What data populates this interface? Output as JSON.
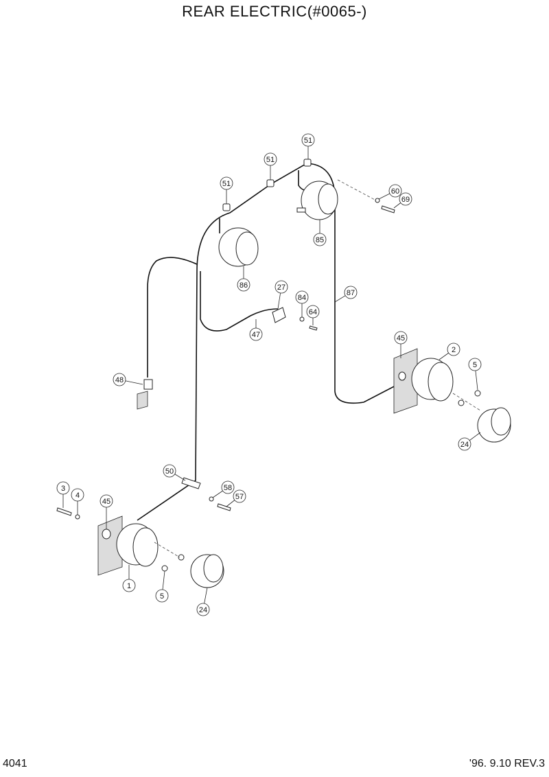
{
  "title": "REAR ELECTRIC(#0065-)",
  "footer": {
    "page": "4041",
    "revision": "'96. 9.10  REV.3"
  },
  "callouts": [
    "51",
    "51",
    "51",
    "60",
    "69",
    "85",
    "86",
    "27",
    "84",
    "64",
    "87",
    "47",
    "45",
    "2",
    "5",
    "24",
    "48",
    "50",
    "58",
    "57",
    "3",
    "4",
    "45",
    "1",
    "5",
    "24"
  ]
}
